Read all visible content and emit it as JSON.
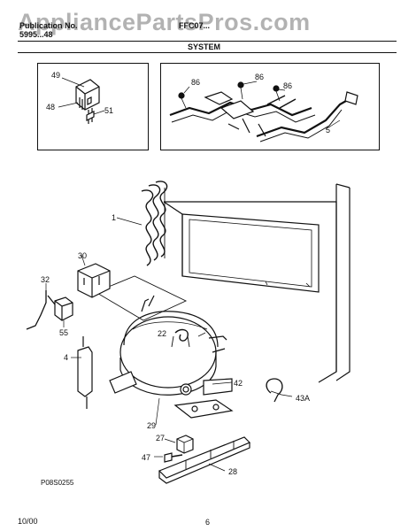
{
  "header": {
    "watermark": "AppliancePartsPros.com",
    "publication_line1": "Publication No.",
    "publication_line2": "5995...48",
    "model": "FFC07...",
    "section": "SYSTEM"
  },
  "diagram": {
    "code": "P08S0255",
    "callouts": {
      "c1": "1",
      "c4": "4",
      "c5": "5",
      "c22": "22",
      "c27": "27",
      "c28": "28",
      "c29": "29",
      "c30": "30",
      "c32": "32",
      "c42": "42",
      "c43a": "43A",
      "c47": "47",
      "c48": "48",
      "c49": "49",
      "c51": "51",
      "c55": "55",
      "c86a": "86",
      "c86b": "86",
      "c86c": "86"
    }
  },
  "footer": {
    "date": "10/00",
    "page": "6"
  }
}
